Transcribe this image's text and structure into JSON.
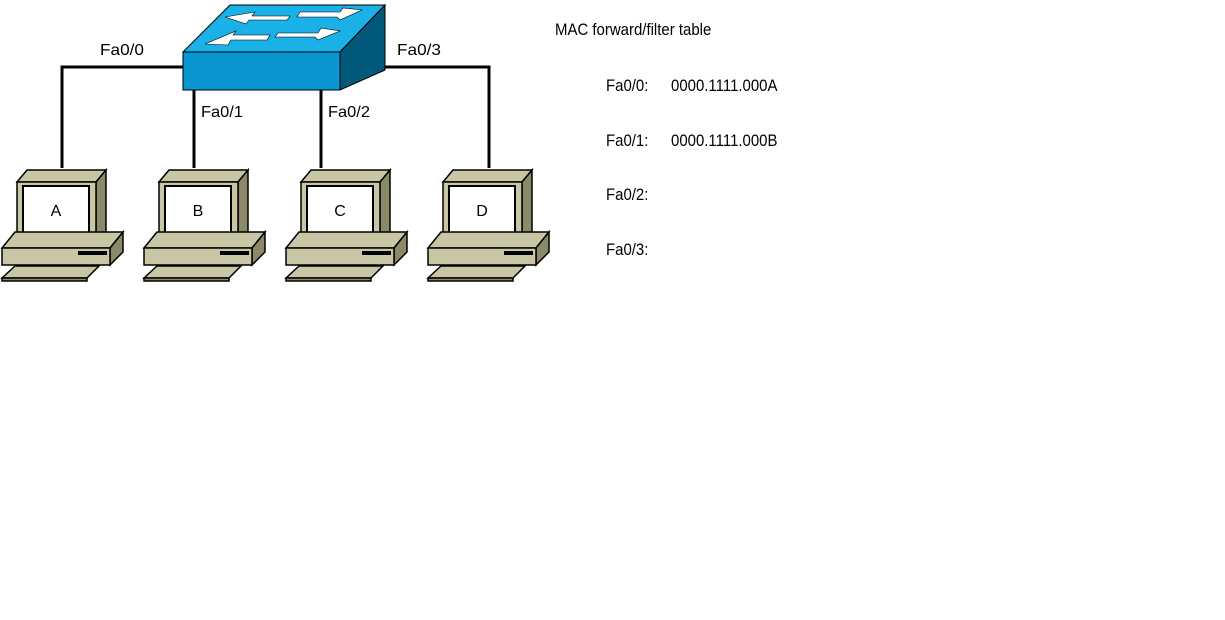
{
  "diagram": {
    "switch": {
      "name": "switch",
      "colors": {
        "top": "#1ab0e8",
        "front": "#0a96d0",
        "side": "#00587a"
      }
    },
    "ports": [
      {
        "id": "Fa0/0",
        "label": "Fa0/0",
        "host": "A"
      },
      {
        "id": "Fa0/1",
        "label": "Fa0/1",
        "host": "B"
      },
      {
        "id": "Fa0/2",
        "label": "Fa0/2",
        "host": "C"
      },
      {
        "id": "Fa0/3",
        "label": "Fa0/3",
        "host": "D"
      }
    ],
    "hosts": [
      {
        "label": "A"
      },
      {
        "label": "B"
      },
      {
        "label": "C"
      },
      {
        "label": "D"
      }
    ],
    "host_colors": {
      "body": "#c8c6a4",
      "side": "#8a8a68",
      "screen": "#ffffff",
      "outline": "#000000"
    }
  },
  "mac_table": {
    "title": "MAC forward/filter table",
    "entries": [
      {
        "port": "Fa0/0:",
        "mac": "0000.1111.000A"
      },
      {
        "port": "Fa0/1:",
        "mac": "0000.1111.000B"
      },
      {
        "port": "Fa0/2:",
        "mac": ""
      },
      {
        "port": "Fa0/3:",
        "mac": ""
      }
    ]
  }
}
